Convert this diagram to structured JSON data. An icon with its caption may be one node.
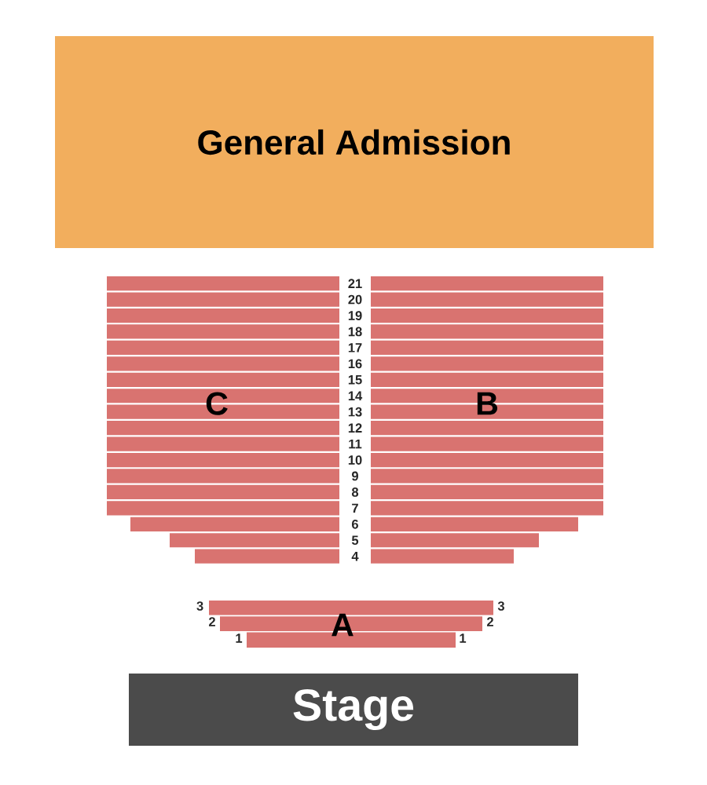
{
  "diagram": {
    "nodes": [
      {
        "text": [
          "General Admission"
        ]
      },
      {
        "text": [
          "C"
        ]
      },
      {
        "text": [
          "B"
        ]
      },
      {
        "text": [
          "A"
        ]
      },
      {
        "text": [
          "Stage"
        ]
      }
    ],
    "labels": [
      "21",
      "20",
      "19",
      "18",
      "17",
      "16",
      "15",
      "14",
      "13",
      "12",
      "11",
      "10",
      "9",
      "8",
      "7",
      "6",
      "5",
      "4",
      "3",
      "3",
      "2",
      "2",
      "1",
      "1"
    ]
  }
}
